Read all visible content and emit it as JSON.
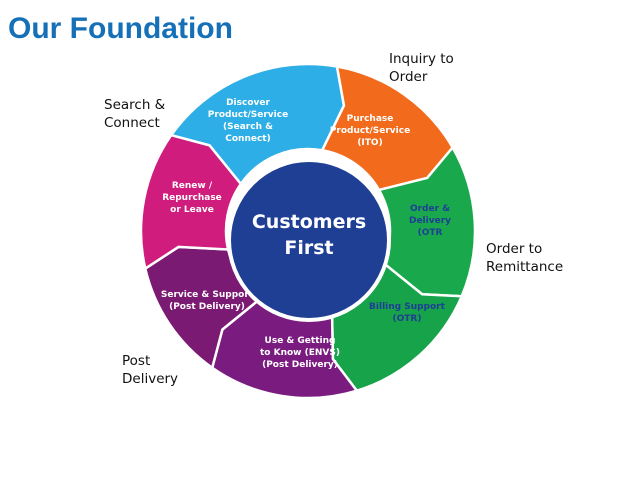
{
  "title": "Our Foundation",
  "outer_labels": {
    "inquiry": [
      "Inquiry to",
      "Order"
    ],
    "search": [
      "Search &",
      "Connect"
    ],
    "order": [
      "Order to",
      "Remittance"
    ],
    "post": [
      "Post",
      "Delivery"
    ]
  },
  "center": {
    "lines": [
      "Customers",
      "First"
    ],
    "color": "#1f3f95"
  },
  "segments": [
    {
      "name": "discover",
      "lines": [
        "Discover",
        "Product/Service",
        "(Search  &",
        "Connect)"
      ],
      "color": "#2eaee6",
      "text_color": "#ffffff"
    },
    {
      "name": "purchase",
      "lines": [
        "Purchase",
        "Product/Service",
        "(ITO)"
      ],
      "color": "#f26a1b",
      "text_color": "#ffffff"
    },
    {
      "name": "order-delivery",
      "lines": [
        "Order &",
        "Delivery",
        "(OTR"
      ],
      "color": "#19a94c",
      "text_color": "#1f3f95"
    },
    {
      "name": "billing-support",
      "lines": [
        "Billing Support",
        "(OTR)"
      ],
      "color": "#16a34a",
      "text_color": "#1f3f95"
    },
    {
      "name": "use-getting-to-know",
      "lines": [
        "Use & Getting",
        "to Know (ENVS)",
        "(Post Delivery)"
      ],
      "color": "#7a1c7f",
      "text_color": "#ffffff"
    },
    {
      "name": "service-support",
      "lines": [
        "Service & Support",
        "(Post Delivery)"
      ],
      "color": "#7b1a73",
      "text_color": "#ffffff"
    },
    {
      "name": "renew",
      "lines": [
        "Renew /",
        "Repurchase",
        "or Leave"
      ],
      "color": "#d01c7c",
      "text_color": "#ffffff"
    }
  ]
}
